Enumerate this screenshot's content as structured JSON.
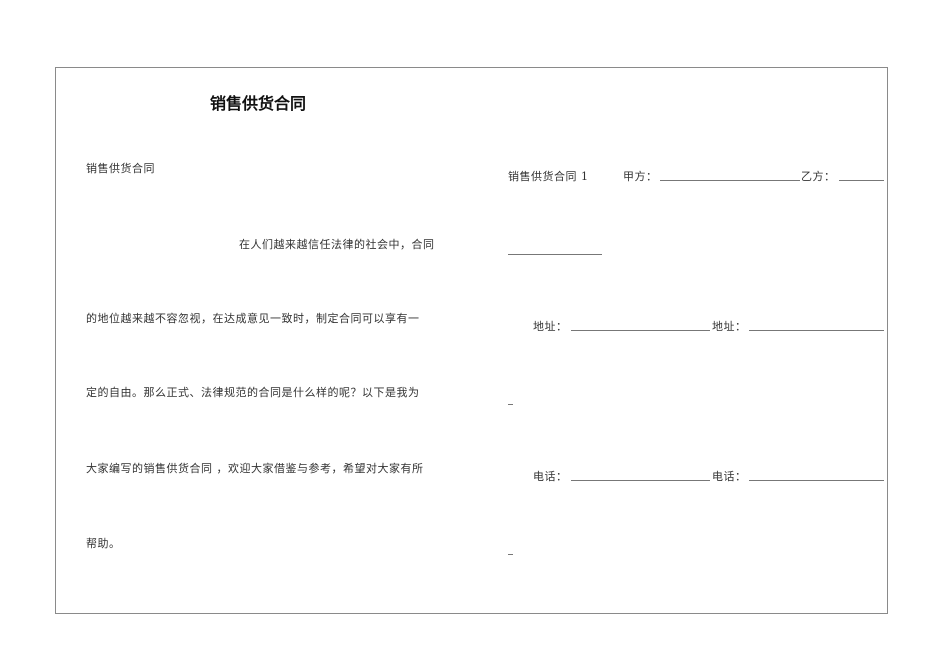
{
  "document": {
    "title": "销售供货合同",
    "left": {
      "heading": "销售供货合同",
      "lines": [
        "在人们越来越信任法律的社会中，合同",
        "的地位越来越不容忽视，在达成意见一致时，制定合同可以享有一",
        "定的自由。那么正式、法律规范的合同是什么样的呢？以下是我为",
        "大家编写的销售供货合同 ，欢迎大家借鉴与参考，希望对大家有所",
        "帮助。"
      ]
    },
    "right": {
      "contract_label": "销售供货合同 1",
      "party_a_label": "甲方：",
      "party_b_label": "乙方：",
      "address_label_a": "地址：",
      "address_label_b": "地址：",
      "phone_label_a": "电话：",
      "phone_label_b": "电话："
    }
  }
}
